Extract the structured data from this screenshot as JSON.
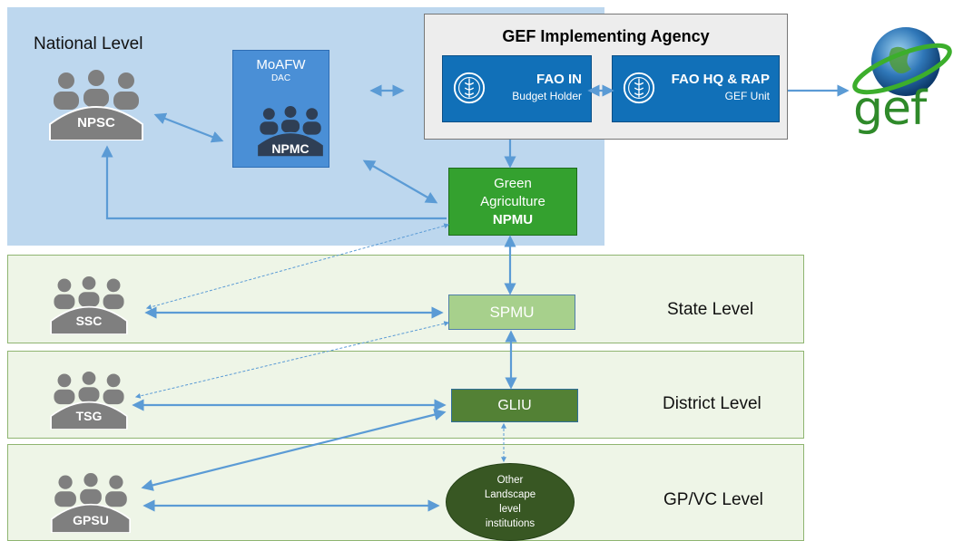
{
  "national": {
    "level_label": "National Level",
    "npsc_label": "NPSC",
    "moafw_line1": "MoAFW",
    "moafw_line2": "DAC",
    "npmc_label": "NPMC",
    "npmu_line1": "Green",
    "npmu_line2": "Agriculture",
    "npmu_line3": "NPMU"
  },
  "gef_agency": {
    "title": "GEF Implementing Agency",
    "fao_in_main": "FAO IN",
    "fao_in_sub": "Budget Holder",
    "fao_hq_main": "FAO HQ & RAP",
    "fao_hq_sub": "GEF Unit",
    "logo_text": "gef"
  },
  "state": {
    "level_label": "State Level",
    "committee_label": "SSC",
    "unit_label": "SPMU"
  },
  "district": {
    "level_label": "District Level",
    "committee_label": "TSG",
    "unit_label": "GLIU"
  },
  "gp": {
    "level_label": "GP/VC Level",
    "committee_label": "GPSU",
    "other_line1": "Other",
    "other_line2": "Landscape",
    "other_line3": "level",
    "other_line4": "institutions"
  },
  "colors": {
    "national_band": "#bdd7ee",
    "level_band": "#eef5e7",
    "arrow": "#5b9bd5",
    "people_icon": "#7f7f7f",
    "fao_blue": "#1170b8",
    "npmu_green": "#34a12f"
  }
}
